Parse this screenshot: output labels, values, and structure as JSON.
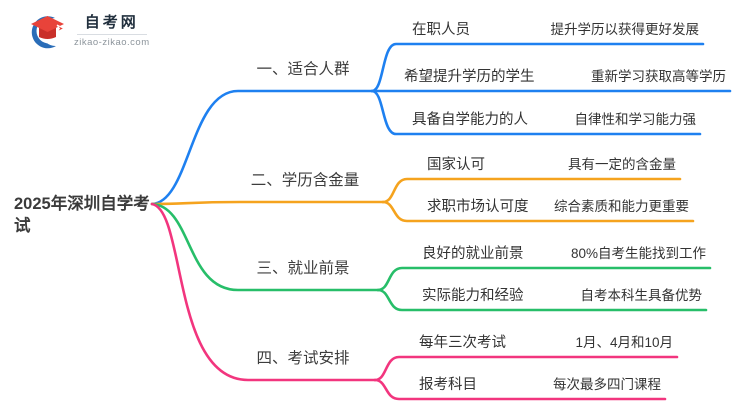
{
  "logo": {
    "title": "自考网",
    "domain": "zikao-zikao.com",
    "icon": {
      "crescent_color": "#2a6db8",
      "cap_color": "#e8433a",
      "cap_shadow_color": "#c9302a"
    }
  },
  "root": {
    "title": "2025年深圳自学考试"
  },
  "colors": {
    "branch1": "#1e80f0",
    "branch2": "#f5a31e",
    "branch3": "#27be69",
    "branch4": "#f2357e",
    "text": "#333333"
  },
  "branches": [
    {
      "label": "一、适合人群",
      "children": [
        {
          "left": "在职人员",
          "right": "提升学历以获得更好发展"
        },
        {
          "left": "希望提升学历的学生",
          "right": "重新学习获取高等学历"
        },
        {
          "left": "具备自学能力的人",
          "right": "自律性和学习能力强"
        }
      ]
    },
    {
      "label": "二、学历含金量",
      "children": [
        {
          "left": "国家认可",
          "right": "具有一定的含金量"
        },
        {
          "left": "求职市场认可度",
          "right": "综合素质和能力更重要"
        }
      ]
    },
    {
      "label": "三、就业前景",
      "children": [
        {
          "left": "良好的就业前景",
          "right": "80%自考生能找到工作"
        },
        {
          "left": "实际能力和经验",
          "right": "自考本科生具备优势"
        }
      ]
    },
    {
      "label": "四、考试安排",
      "children": [
        {
          "left": "每年三次考试",
          "right": "1月、4月和10月"
        },
        {
          "left": "报考科目",
          "right": "每次最多四门课程"
        }
      ]
    }
  ]
}
